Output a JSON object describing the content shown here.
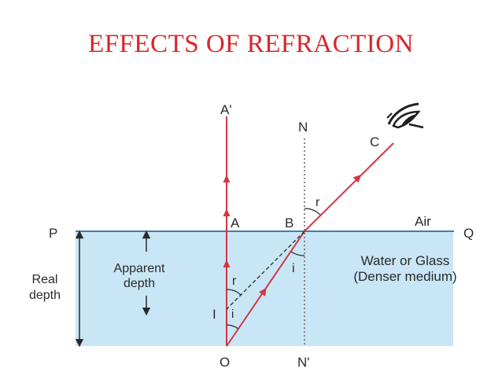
{
  "title": "EFFECTS OF REFRACTION",
  "colors": {
    "title": "#d8262a",
    "water": "#c9e6f6",
    "surface": "#3f7fa6",
    "ray": "#d23744",
    "normal": "#6c6c6c"
  },
  "diagram": {
    "labels": {
      "A_prime": "A'",
      "N": "N",
      "C": "C",
      "r_top": "r",
      "P": "P",
      "A": "A",
      "B": "B",
      "Air": "Air",
      "Q": "Q",
      "apparent_line1": "Apparent",
      "apparent_line2": "depth",
      "water_line1": "Water or Glass",
      "water_line2": "(Denser medium)",
      "real_line1": "Real",
      "real_line2": "depth",
      "r_bottom": "r",
      "i_right": "i",
      "I": "I",
      "i_bottom": "i",
      "O": "O",
      "N_prime": "N'"
    },
    "icons": {
      "eye": "eye-icon"
    }
  }
}
